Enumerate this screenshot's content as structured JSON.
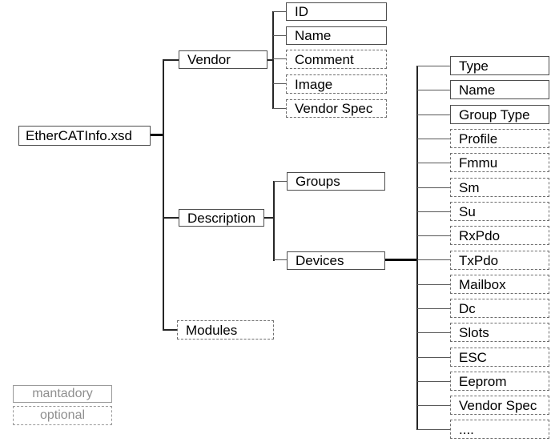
{
  "diagram": {
    "root": {
      "label": "EtherCATInfo.xsd",
      "style": "mandatory"
    },
    "level1": [
      {
        "label": "Vendor",
        "style": "mandatory"
      },
      {
        "label": "Description",
        "style": "mandatory"
      },
      {
        "label": "Modules",
        "style": "optional"
      }
    ],
    "vendor_children": [
      {
        "label": "ID",
        "style": "mandatory"
      },
      {
        "label": "Name",
        "style": "mandatory"
      },
      {
        "label": "Comment",
        "style": "optional"
      },
      {
        "label": "Image",
        "style": "optional"
      },
      {
        "label": "Vendor Spec",
        "style": "optional"
      }
    ],
    "description_children": [
      {
        "label": "Groups",
        "style": "mandatory"
      },
      {
        "label": "Devices",
        "style": "mandatory"
      }
    ],
    "devices_children": [
      {
        "label": "Type",
        "style": "mandatory"
      },
      {
        "label": "Name",
        "style": "mandatory"
      },
      {
        "label": "Group Type",
        "style": "mandatory"
      },
      {
        "label": "Profile",
        "style": "optional"
      },
      {
        "label": "Fmmu",
        "style": "optional"
      },
      {
        "label": "Sm",
        "style": "optional"
      },
      {
        "label": "Su",
        "style": "optional"
      },
      {
        "label": "RxPdo",
        "style": "optional"
      },
      {
        "label": "TxPdo",
        "style": "optional"
      },
      {
        "label": "Mailbox",
        "style": "optional"
      },
      {
        "label": "Dc",
        "style": "optional"
      },
      {
        "label": "Slots",
        "style": "optional"
      },
      {
        "label": "ESC",
        "style": "optional"
      },
      {
        "label": "Eeprom",
        "style": "optional"
      },
      {
        "label": "Vendor Spec",
        "style": "optional"
      },
      {
        "label": "....",
        "style": "optional"
      }
    ],
    "legend": [
      {
        "label": "mantadory",
        "style": "mandatory"
      },
      {
        "label": "optional",
        "style": "optional"
      }
    ],
    "colors": {
      "background": "#ffffff",
      "text": "#000000",
      "solid_border": "#4d4d4d",
      "dashed_border": "#6e6e6e",
      "line": "#262626",
      "legend_text": "#8f8f8f"
    }
  }
}
